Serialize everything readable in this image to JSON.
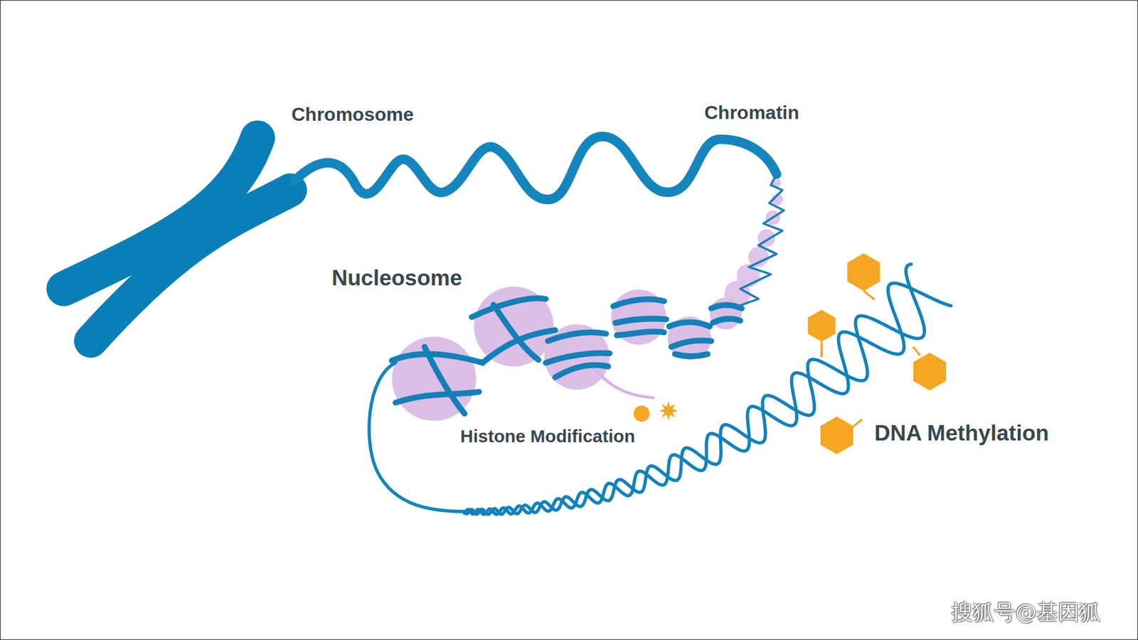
{
  "diagram": {
    "labels": [
      "Chromosome",
      "Chromatin",
      "Nucleosome",
      "Histone Modification",
      "DNA Methylation",
      "搜狐号@基因狐"
    ]
  }
}
